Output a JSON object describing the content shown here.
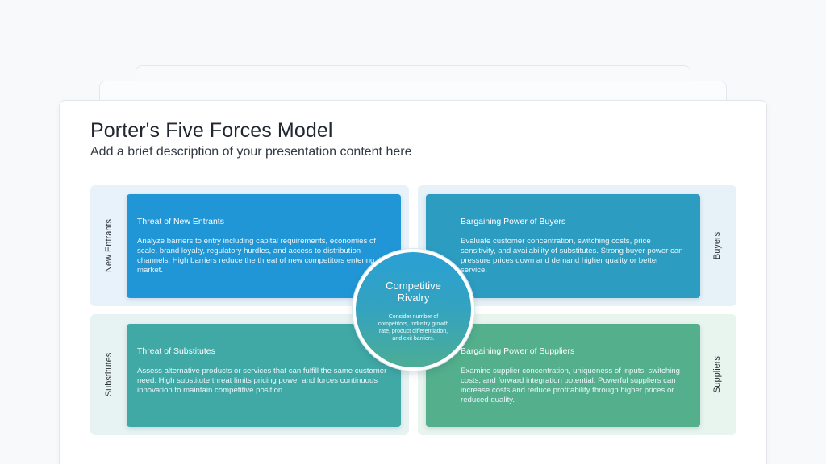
{
  "header": {
    "title": "Porter's Five Forces Model",
    "subtitle": "Add a brief description of your presentation content here"
  },
  "side_labels": {
    "top_left": "New Entrants",
    "top_right": "Buyers",
    "bottom_left": "Substitutes",
    "bottom_right": "Suppliers"
  },
  "forces": {
    "new_entrants": {
      "title": "Threat of New Entrants",
      "description": "Analyze barriers to entry including capital requirements, economies of scale, brand loyalty, regulatory hurdles, and access to distribution channels. High barriers reduce the threat of new competitors entering the market."
    },
    "buyers": {
      "title": "Bargaining Power of Buyers",
      "description": "Evaluate customer concentration, switching costs, price sensitivity, and availability of substitutes. Strong buyer power can pressure prices down and demand higher quality or better service."
    },
    "substitutes": {
      "title": "Threat of Substitutes",
      "description": "Assess alternative products or services that can fulfill the same customer need. High substitute threat limits pricing power and forces continuous innovation to maintain competitive position."
    },
    "suppliers": {
      "title": "Bargaining Power of Suppliers",
      "description": "Examine supplier concentration, uniqueness of inputs, switching costs, and forward integration potential. Powerful suppliers can increase costs and reduce profitability through higher prices or reduced quality."
    }
  },
  "center": {
    "title": "Competitive Rivalry",
    "description": "Consider number of competitors, industry growth rate, product differentiation, and exit barriers."
  },
  "colors": {
    "new_entrants": "#2196d6",
    "buyers": "#2d9cc1",
    "substitutes": "#40a9a6",
    "suppliers": "#54b08c"
  }
}
